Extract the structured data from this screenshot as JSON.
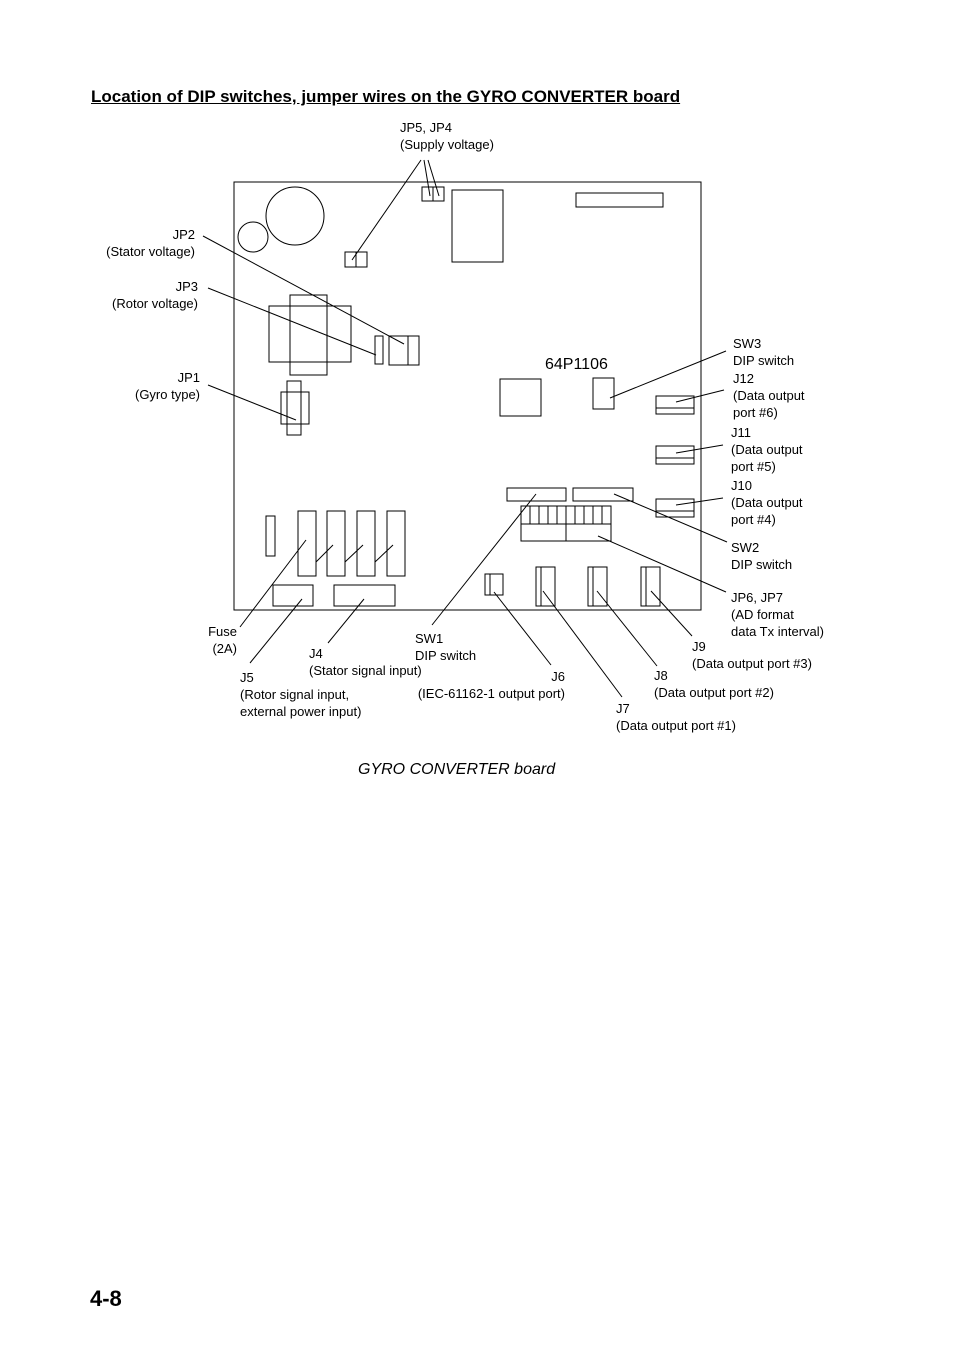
{
  "heading": "Location of DIP switches, jumper wires on the GYRO CONVERTER board",
  "board_model": "64P1106",
  "caption": "GYRO CONVERTER board",
  "page_number": "4-8",
  "labels": {
    "jp5_jp4": [
      "JP5, JP4",
      "(Supply voltage)"
    ],
    "jp2": [
      "JP2",
      "(Stator voltage)"
    ],
    "jp3": [
      "JP3",
      "(Rotor voltage)"
    ],
    "jp1": [
      "JP1",
      "(Gyro type)"
    ],
    "sw3": [
      "SW3",
      "DIP switch"
    ],
    "j12": [
      "J12",
      "(Data output",
      "port #6)"
    ],
    "j11": [
      "J11",
      "(Data output",
      "port #5)"
    ],
    "j10": [
      "J10",
      "(Data output",
      "port #4)"
    ],
    "sw2": [
      "SW2",
      "DIP switch"
    ],
    "jp6_jp7": [
      "JP6, JP7",
      "(AD format",
      "data Tx interval)"
    ],
    "fuse": [
      "Fuse",
      "(2A)"
    ],
    "j4": [
      "J4",
      "(Stator signal input)"
    ],
    "sw1": [
      "SW1",
      "DIP switch"
    ],
    "j6": [
      "J6",
      "(IEC-61162-1 output port)"
    ],
    "j9": [
      "J9",
      "(Data output port #3)"
    ],
    "j8": [
      "J8",
      "(Data output port #2)"
    ],
    "j7": [
      "J7",
      "(Data output port #1)"
    ],
    "j5": [
      "J5",
      "(Rotor signal input,",
      "external power input)"
    ]
  }
}
